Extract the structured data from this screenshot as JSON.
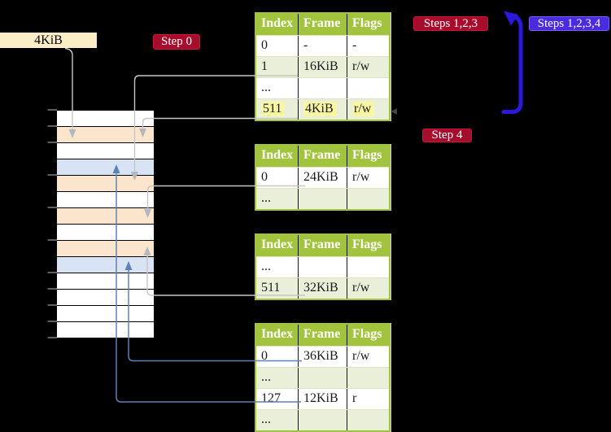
{
  "labels": {
    "frame_marker": "4KiB",
    "step0": "Step 0",
    "steps_1_2_3": "Steps 1,2,3",
    "steps_1_2_3_4": "Steps 1,2,3,4",
    "step4": "Step 4"
  },
  "colors": {
    "background": "#000000",
    "table_header_green": "#A2C43C",
    "table_border_green": "#A2C43C",
    "table_stripe": "#E9EFD8",
    "highlight_yellow": "#FAF7A3",
    "frame_label_cream": "#FBEDC6",
    "step_badge_crimson": "#A60D2D",
    "step_badge_violet": "#4B2BDF",
    "memory_free": "#FFFFFF",
    "memory_page_table": "#FCE5CD",
    "memory_mapped_page": "#D8E3F4",
    "arrow_grey": "#C6C6C6",
    "arrow_steel_blue": "#5E81B6",
    "arrow_loop_blue": "#2B18DC"
  },
  "memory_column": {
    "row_kinds": [
      "free",
      "page_table",
      "free",
      "mapped_page",
      "page_table",
      "free",
      "page_table",
      "free",
      "page_table",
      "mapped_page",
      "free",
      "free",
      "free",
      "free"
    ]
  },
  "page_tables": [
    {
      "name": "page-table-level-4",
      "columns": [
        "Index",
        "Frame",
        "Flags"
      ],
      "rows": [
        {
          "cells": [
            "0",
            "-",
            "-"
          ]
        },
        {
          "cells": [
            "1",
            "16KiB",
            "r/w"
          ]
        },
        {
          "cells": [
            "...",
            "",
            ""
          ]
        },
        {
          "cells": [
            "511",
            "4KiB",
            "r/w"
          ],
          "highlight": true
        }
      ]
    },
    {
      "name": "page-table-level-3",
      "columns": [
        "Index",
        "Frame",
        "Flags"
      ],
      "rows": [
        {
          "cells": [
            "0",
            "24KiB",
            "r/w"
          ]
        },
        {
          "cells": [
            "...",
            "",
            ""
          ]
        }
      ]
    },
    {
      "name": "page-table-level-2",
      "columns": [
        "Index",
        "Frame",
        "Flags"
      ],
      "rows": [
        {
          "cells": [
            "...",
            "",
            ""
          ]
        },
        {
          "cells": [
            "511",
            "32KiB",
            "r/w"
          ]
        }
      ]
    },
    {
      "name": "page-table-level-1",
      "columns": [
        "Index",
        "Frame",
        "Flags"
      ],
      "rows": [
        {
          "cells": [
            "0",
            "36KiB",
            "r/w"
          ]
        },
        {
          "cells": [
            "...",
            "",
            ""
          ]
        },
        {
          "cells": [
            "127",
            "12KiB",
            "r"
          ]
        },
        {
          "cells": [
            "...",
            "",
            ""
          ]
        }
      ]
    }
  ]
}
